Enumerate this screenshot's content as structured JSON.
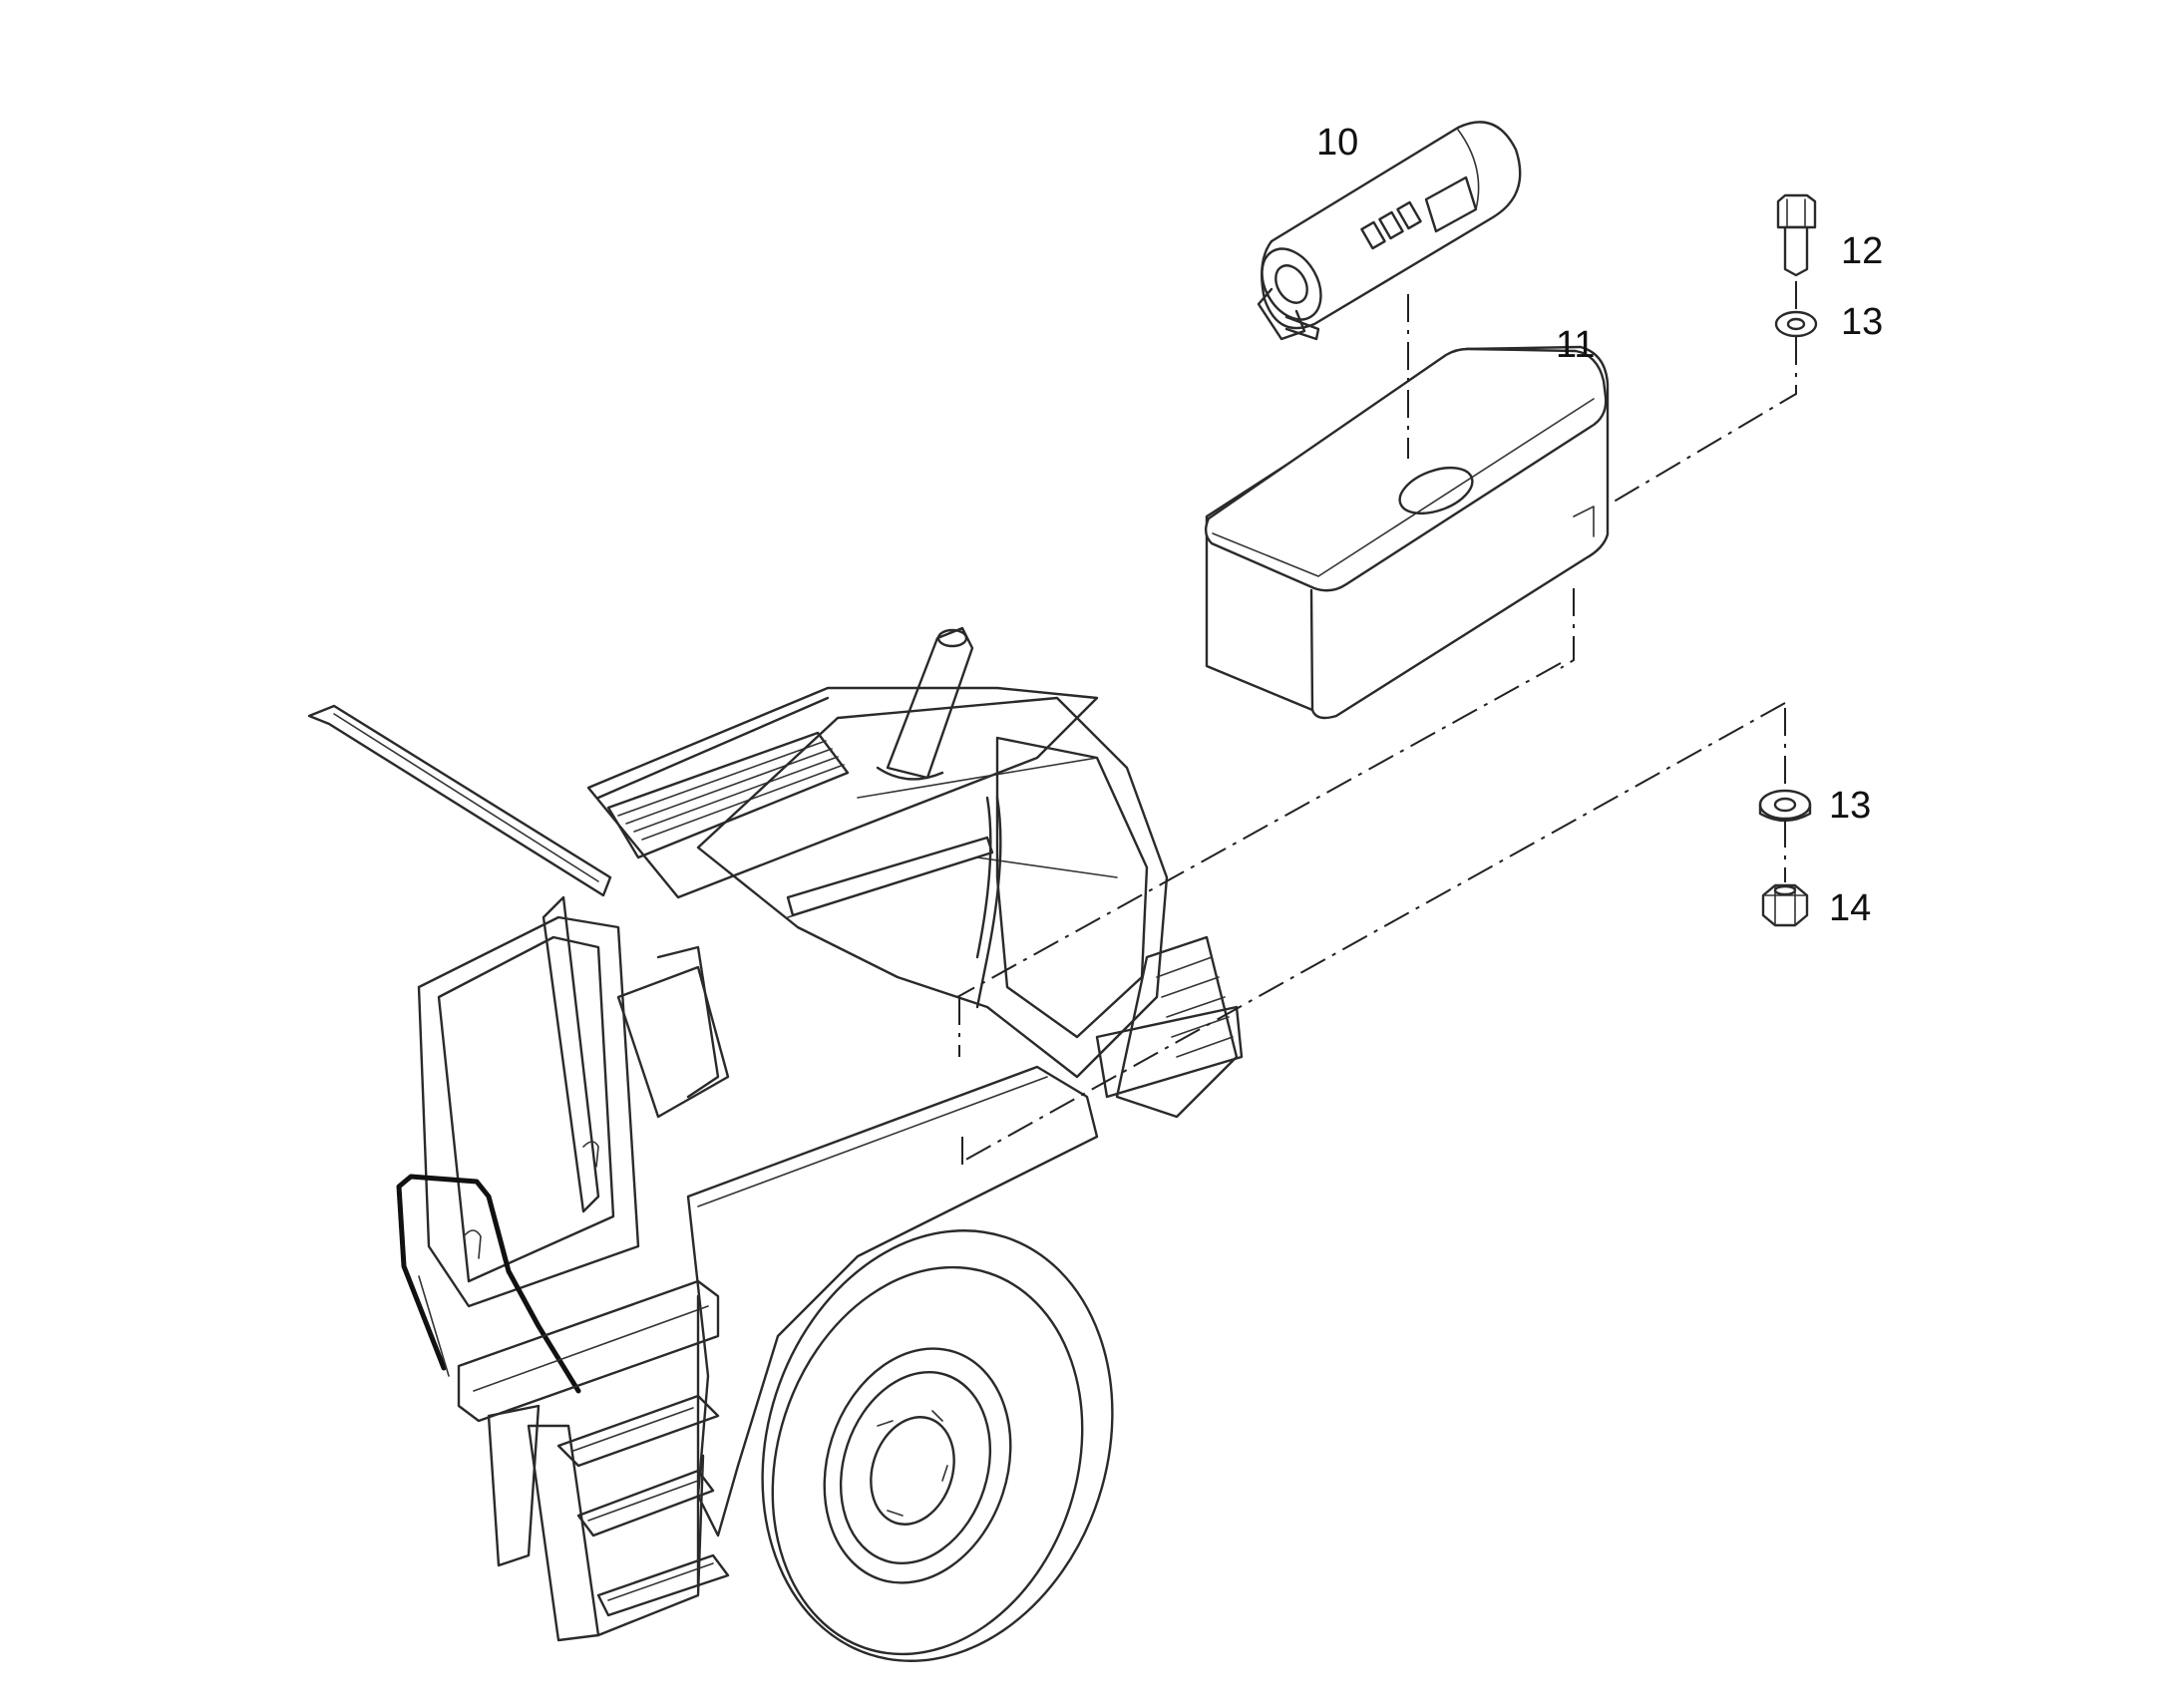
{
  "callouts": {
    "c10": "10",
    "c11": "11",
    "c12": "12",
    "c13a": "13",
    "c13b": "13",
    "c14": "14"
  },
  "colors": {
    "line": "#2a2a2a",
    "background": "#ffffff"
  }
}
